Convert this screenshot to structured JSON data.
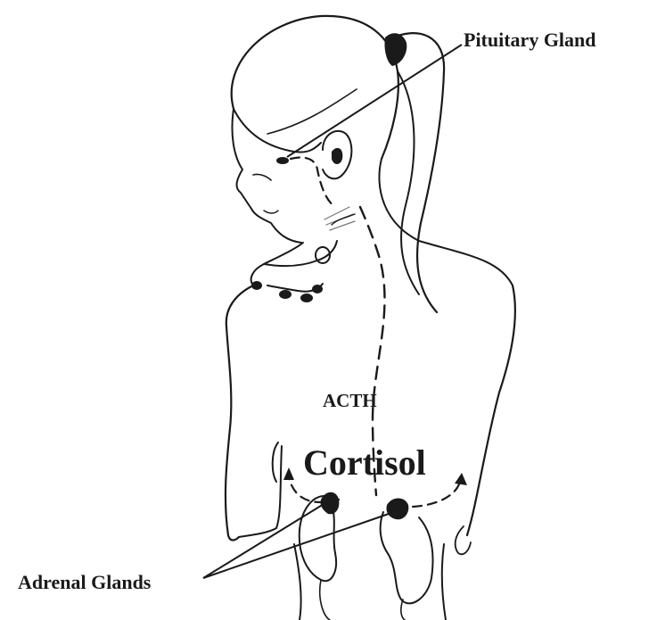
{
  "labels": {
    "pituitary": "Pituitary Gland",
    "acth": "ACTH",
    "cortisol": "Cortisol",
    "adrenal": "Adrenal Glands"
  },
  "colors": {
    "ink": "#1a1a1a",
    "background": "#ffffff"
  }
}
